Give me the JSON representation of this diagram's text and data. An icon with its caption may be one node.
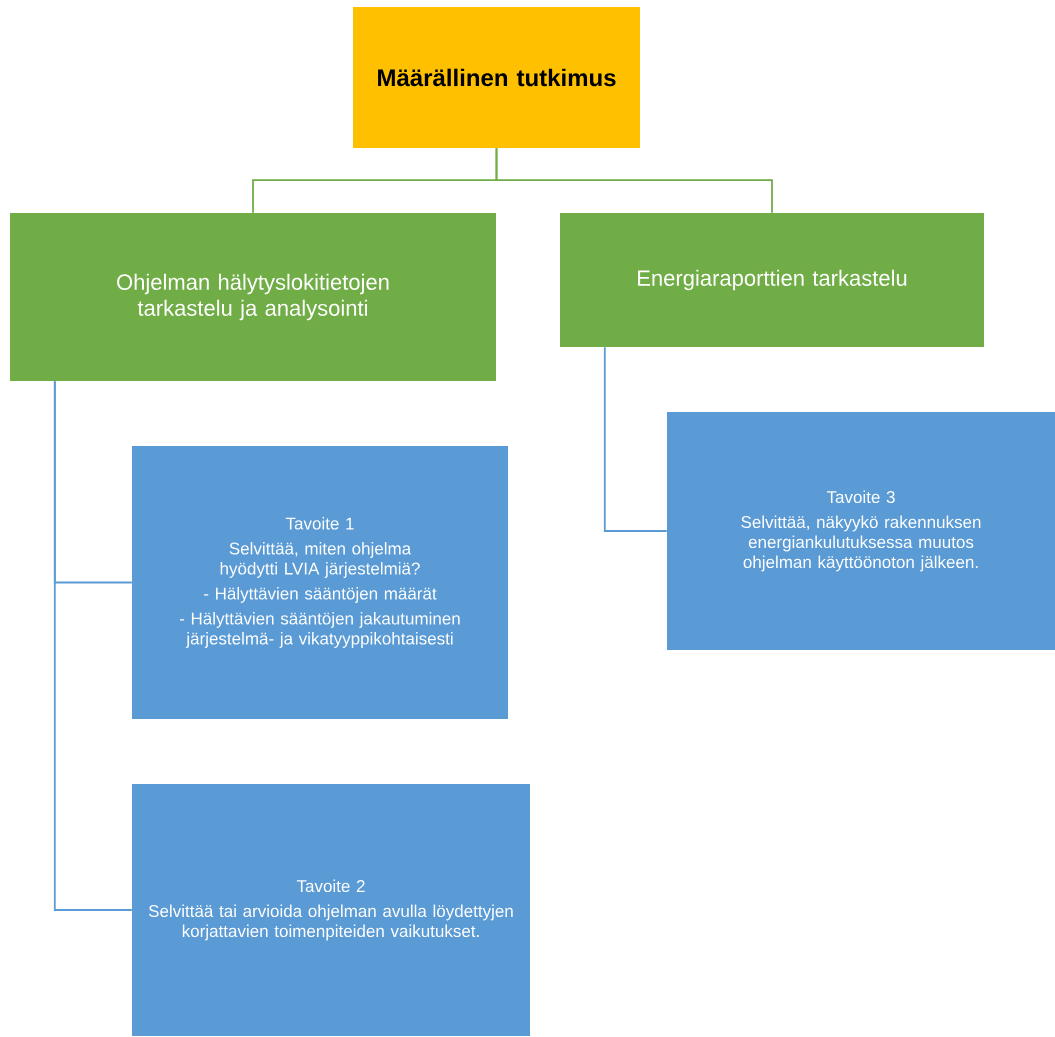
{
  "diagram": {
    "nodes": [
      {
        "text": [
          "Määrällinen tutkimus"
        ]
      },
      {
        "text": [
          "Ohjelman hälytyslokitietojen tarkastelu ja analysointi"
        ]
      },
      {
        "text": [
          "Energiaraporttien tarkastelu"
        ]
      },
      {
        "text": [
          "Tavoite 1",
          "Selvittää, miten ohjelma hyödytti LVIA järjestelmiä?",
          "- Hälyttävien sääntöjen määrät",
          "- Hälyttävien sääntöjen jakautuminen järjestelmä- ja vikatyyppikohtaisesti"
        ]
      },
      {
        "text": [
          "Tavoite 2",
          "Selvittää tai arvioida ohjelman avulla löydettyjen korjattavien toimenpiteiden vaikutukset."
        ]
      },
      {
        "text": [
          "Tavoite 3",
          "Selvittää, näkyykö rakennuksen energiankulutuksessa muutos ohjelman käyttöönoton jälkeen."
        ]
      }
    ],
    "edges": [
      {
        "from": 0,
        "to": 1,
        "arrow": "none",
        "color": "#70ad47"
      },
      {
        "from": 0,
        "to": 2,
        "arrow": "none",
        "color": "#70ad47"
      },
      {
        "from": 1,
        "to": 3,
        "arrow": "none"
      },
      {
        "from": 1,
        "to": 4,
        "arrow": "none"
      },
      {
        "from": 2,
        "to": 5,
        "arrow": "none"
      }
    ]
  }
}
